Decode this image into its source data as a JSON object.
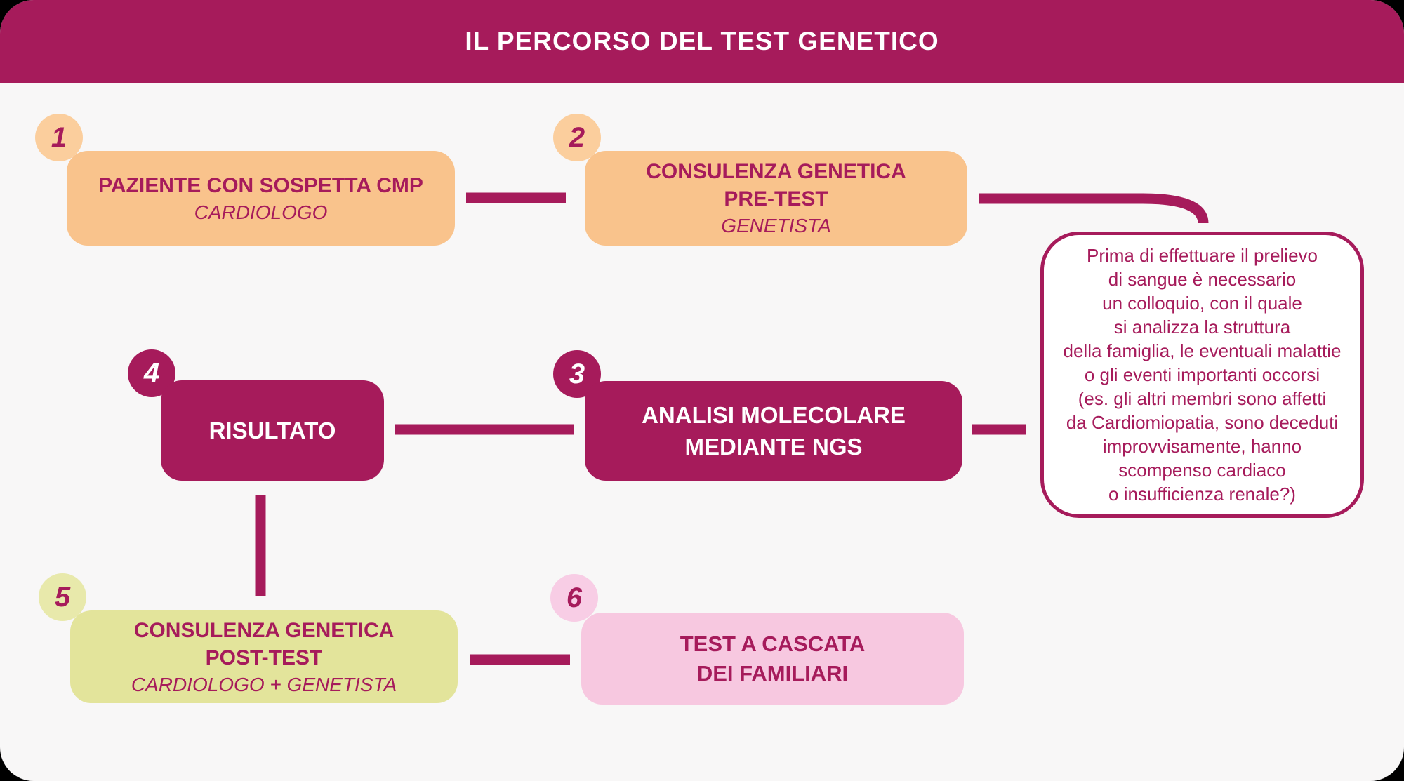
{
  "header": {
    "title": "IL PERCORSO DEL TEST GENETICO"
  },
  "colors": {
    "accent_magenta": "#A61B5B",
    "card_background": "#F8F7F7",
    "orange_box": "#F9C38C",
    "orange_badge": "#FBCE9D",
    "green_box": "#E3E49B",
    "green_badge": "#E8E9AB",
    "pink_box": "#F7C8E0",
    "pink_badge": "#F8CDE5",
    "callout_background": "#FFFFFF",
    "title_text": "#FFFFFF"
  },
  "steps": {
    "step1": {
      "number": "1",
      "title_line1": "PAZIENTE CON SOSPETTA CMP",
      "subtitle": "CARDIOLOGO"
    },
    "step2": {
      "number": "2",
      "title_line1": "CONSULENZA GENETICA",
      "title_line2": "PRE-TEST",
      "subtitle": "GENETISTA"
    },
    "step3": {
      "number": "3",
      "title_line1": "ANALISI MOLECOLARE",
      "title_line2": "MEDIANTE NGS"
    },
    "step4": {
      "number": "4",
      "title_line1": "RISULTATO"
    },
    "step5": {
      "number": "5",
      "title_line1": "CONSULENZA GENETICA",
      "title_line2": "POST-TEST",
      "subtitle": "CARDIOLOGO + GENETISTA"
    },
    "step6": {
      "number": "6",
      "title_line1": "TEST A CASCATA",
      "title_line2": "DEI FAMILIARI"
    }
  },
  "callout": {
    "lines": [
      "Prima di effettuare il prelievo",
      "di sangue è necessario",
      "un colloquio, con il quale",
      "si analizza la struttura",
      "della famiglia, le eventuali malattie",
      "o gli eventi importanti occorsi",
      "(es. gli altri membri sono affetti",
      "da Cardiomiopatia, sono deceduti",
      "improvvisamente, hanno",
      "scompenso cardiaco",
      "o insufficienza renale?)"
    ]
  }
}
